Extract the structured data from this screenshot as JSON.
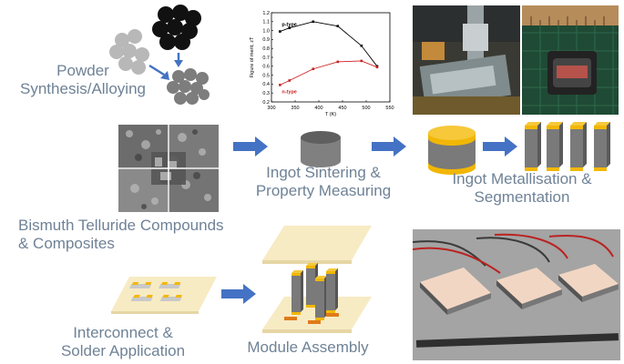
{
  "labels": {
    "powder": "Powder\nSynthesis/Alloying",
    "sintering": "Ingot Sintering &\nProperty Measuring",
    "metallisation": "Ingot Metallisation &\nSegmentation",
    "compounds": "Bismuth Telluride Compounds\n& Composites",
    "interconnect": "Interconnect &\nSolder Application",
    "module": "Module Assembly"
  },
  "colors": {
    "arrow": "#4472c4",
    "label": "#6f8296",
    "ptype": "#000000",
    "ntype": "#cc2222",
    "gold": "#f2b705",
    "ingot_gray": "#7a7a7a",
    "plate": "#f6e7b8"
  },
  "chart_data": {
    "type": "line",
    "title": "",
    "xlabel": "T (K)",
    "ylabel": "Figure of merit, zT",
    "xlim": [
      300,
      550
    ],
    "ylim": [
      0.2,
      1.2
    ],
    "xticks": [
      300,
      350,
      400,
      450,
      500,
      550
    ],
    "yticks": [
      0.2,
      0.3,
      0.4,
      0.5,
      0.6,
      0.7,
      0.8,
      0.9,
      1.0,
      1.1,
      1.2
    ],
    "series": [
      {
        "name": "p-type",
        "color": "#000000",
        "x": [
          318,
          338,
          388,
          440,
          490,
          523
        ],
        "y": [
          0.99,
          1.03,
          1.1,
          1.05,
          0.83,
          0.6
        ]
      },
      {
        "name": "n-type",
        "color": "#cc2222",
        "x": [
          318,
          338,
          388,
          440,
          490,
          523
        ],
        "y": [
          0.39,
          0.44,
          0.57,
          0.65,
          0.66,
          0.59
        ]
      }
    ]
  }
}
